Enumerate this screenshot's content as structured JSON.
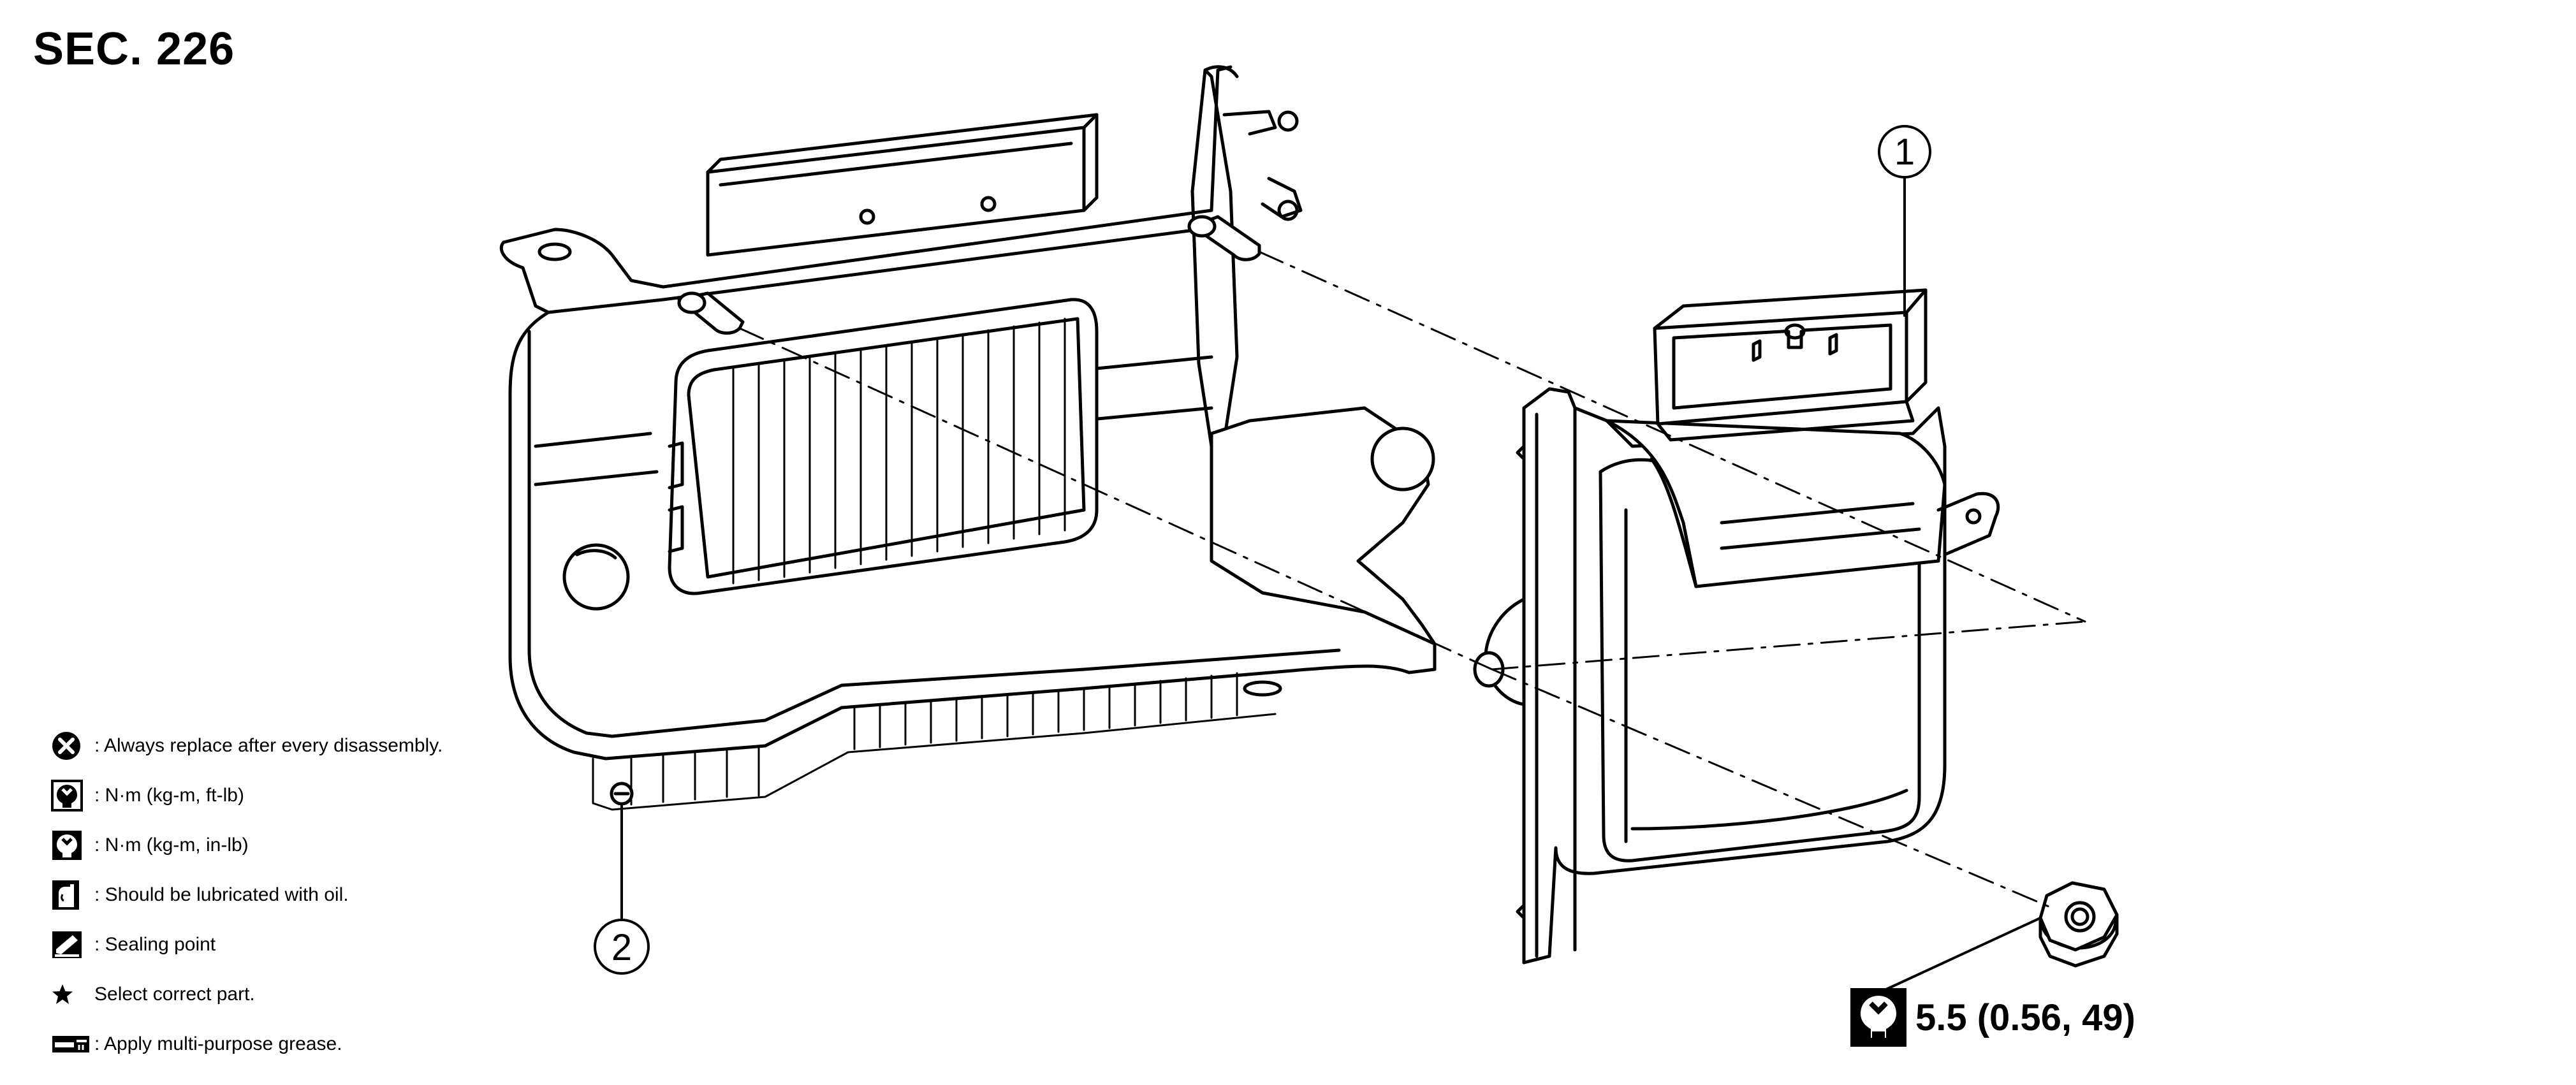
{
  "section": {
    "label": "SEC. 226"
  },
  "callouts": [
    {
      "number": "1"
    },
    {
      "number": "2"
    }
  ],
  "torque": {
    "value": "5.5 (0.56, 49)",
    "icon": "torque-wrench-in-lb-icon"
  },
  "legend": {
    "items": [
      {
        "icon": "x-circle-icon",
        "text": ": Always replace after every disassembly."
      },
      {
        "icon": "torque-wrench-icon",
        "text": ": N·m (kg-m, ft-lb)"
      },
      {
        "icon": "torque-wrench-filled-icon",
        "text": ": N·m (kg-m, in-lb)"
      },
      {
        "icon": "oil-can-icon",
        "text": ": Should be lubricated with oil."
      },
      {
        "icon": "sealant-icon",
        "text": ": Sealing point"
      },
      {
        "icon": "star-icon",
        "text": " Select correct part."
      },
      {
        "icon": "grease-gun-icon",
        "text": " : Apply multi-purpose grease."
      }
    ]
  },
  "colors": {
    "line": "#000000",
    "background": "#ffffff"
  }
}
